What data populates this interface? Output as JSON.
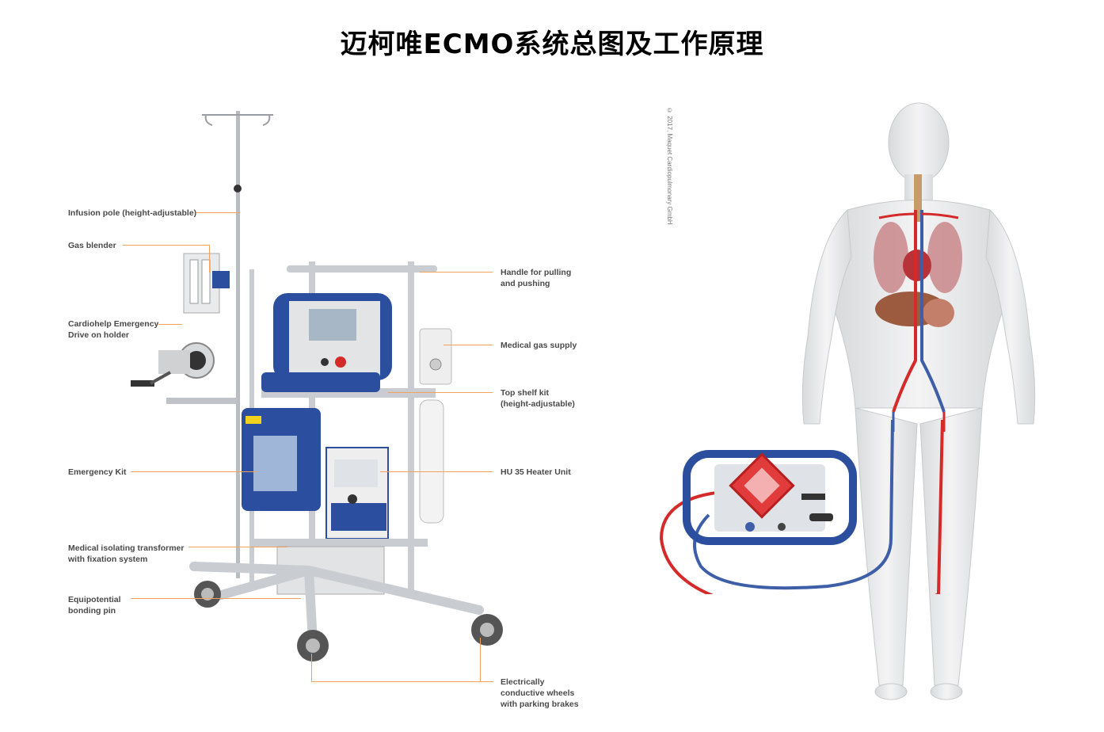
{
  "title": "迈柯唯ECMO系统总图及工作原理",
  "copyright": "© 2017, Maquet Cardiopulmonary GmbH",
  "callouts_left": {
    "infusion_pole": "Infusion pole (height-adjustable)",
    "gas_blender": "Gas blender",
    "emergency_drive_line1": "Cardiohelp Emergency",
    "emergency_drive_line2": "Drive on holder",
    "emergency_kit": "Emergency Kit",
    "transformer_line1": "Medical isolating transformer",
    "transformer_line2": "with fixation system",
    "bonding_line1": "Equipotential",
    "bonding_line2": "bonding pin"
  },
  "callouts_right": {
    "handle_line1": "Handle for pulling",
    "handle_line2": "and pushing",
    "gas_supply": "Medical gas supply",
    "top_shelf_line1": "Top shelf kit",
    "top_shelf_line2": "(height-adjustable)",
    "heater": "HU 35 Heater Unit",
    "wheels_line1": "Electrically",
    "wheels_line2": "conductive wheels",
    "wheels_line3": "with parking brakes"
  },
  "colors": {
    "callout_line": "#f2a35e",
    "arterial": "#d42a2a",
    "venous": "#3e5fa8",
    "device_blue": "#2b4f9e",
    "steel": "#c9ccd0"
  },
  "icons": [
    "ecmo-cart-illustration",
    "human-body-illustration",
    "cardiohelp-device-icon"
  ]
}
